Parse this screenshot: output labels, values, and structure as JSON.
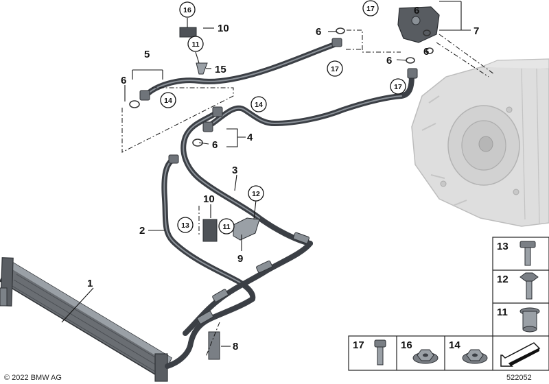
{
  "title": "",
  "labels": {
    "l1": "1",
    "l2": "2",
    "l3": "3",
    "l4": "4",
    "l5": "5",
    "l6a": "6",
    "l6b": "6",
    "l6c": "6",
    "l6d": "6",
    "l6e": "6",
    "l6f": "6",
    "l7": "7",
    "l8": "8",
    "l9": "9",
    "l10a": "10",
    "l10b": "10",
    "l15": "15"
  },
  "callouts": {
    "c11a": "11",
    "c11b": "11",
    "c12": "12",
    "c13": "13",
    "c14a": "14",
    "c14b": "14",
    "c16": "16",
    "c17a": "17",
    "c17b": "17",
    "c17c": "17"
  },
  "legend": {
    "right_column": [
      "13",
      "12",
      "11"
    ],
    "bottom_row": [
      "17",
      "16",
      "14"
    ],
    "arrow_icon": "arrow-icon"
  },
  "footer": {
    "copyright": "© 2022 BMW AG",
    "diagram_number": "522052"
  },
  "colors": {
    "hose": "#3b3f45",
    "transmission": "#d9d9d9",
    "cooler": "#5a5e63"
  }
}
